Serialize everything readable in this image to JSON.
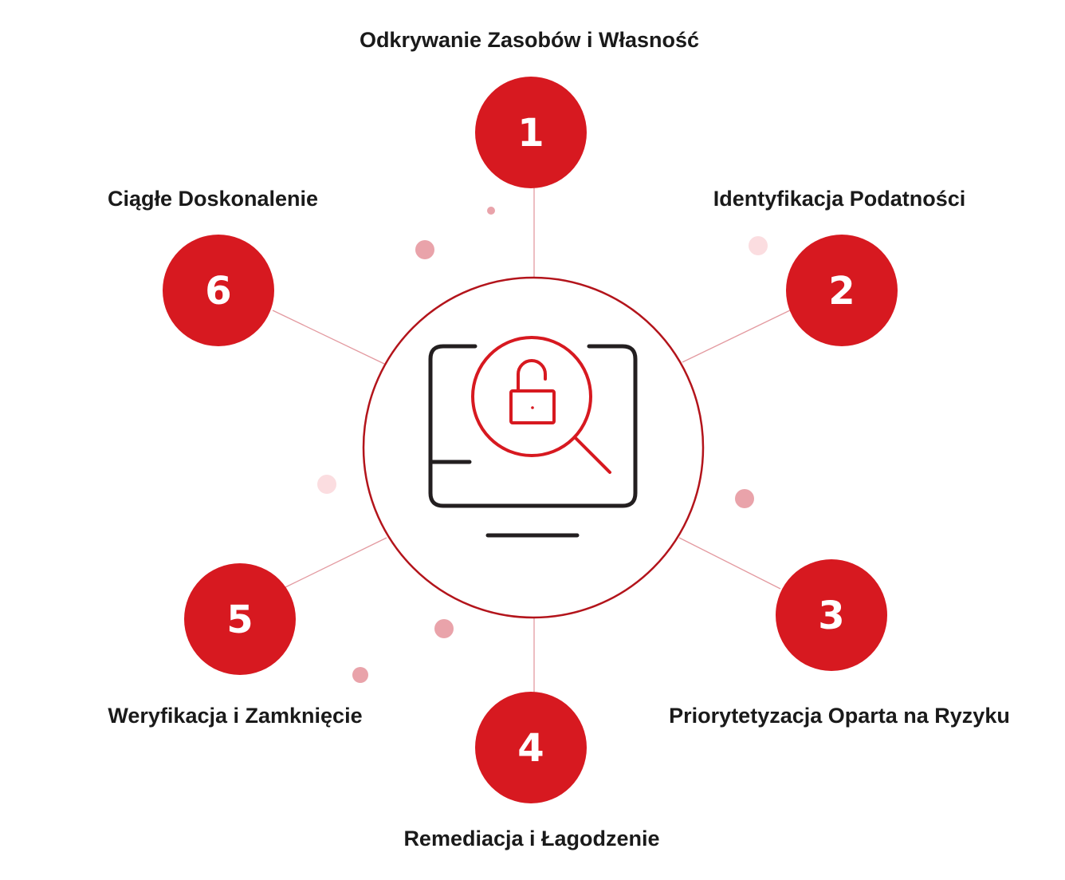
{
  "colors": {
    "accent": "#d71920",
    "ring": "#b3141b",
    "connector": "#e39aa0",
    "icon_stroke": "#231f20",
    "label_text": "#1a1a1a",
    "dot_medium": "#e9a3aa",
    "dot_light": "#fbdde0"
  },
  "center_icon": "monitor-with-magnifier-and-unlocked-padlock-icon",
  "steps": [
    {
      "number": "1",
      "label": "Odkrywanie Zasobów i Własność"
    },
    {
      "number": "2",
      "label": "Identyfikacja Podatności"
    },
    {
      "number": "3",
      "label": "Priorytetyzacja Oparta na Ryzyku"
    },
    {
      "number": "4",
      "label": "Remediacja i Łagodzenie"
    },
    {
      "number": "5",
      "label": "Weryfikacja i Zamknięcie"
    },
    {
      "number": "6",
      "label": "Ciągłe Doskonalenie"
    }
  ]
}
